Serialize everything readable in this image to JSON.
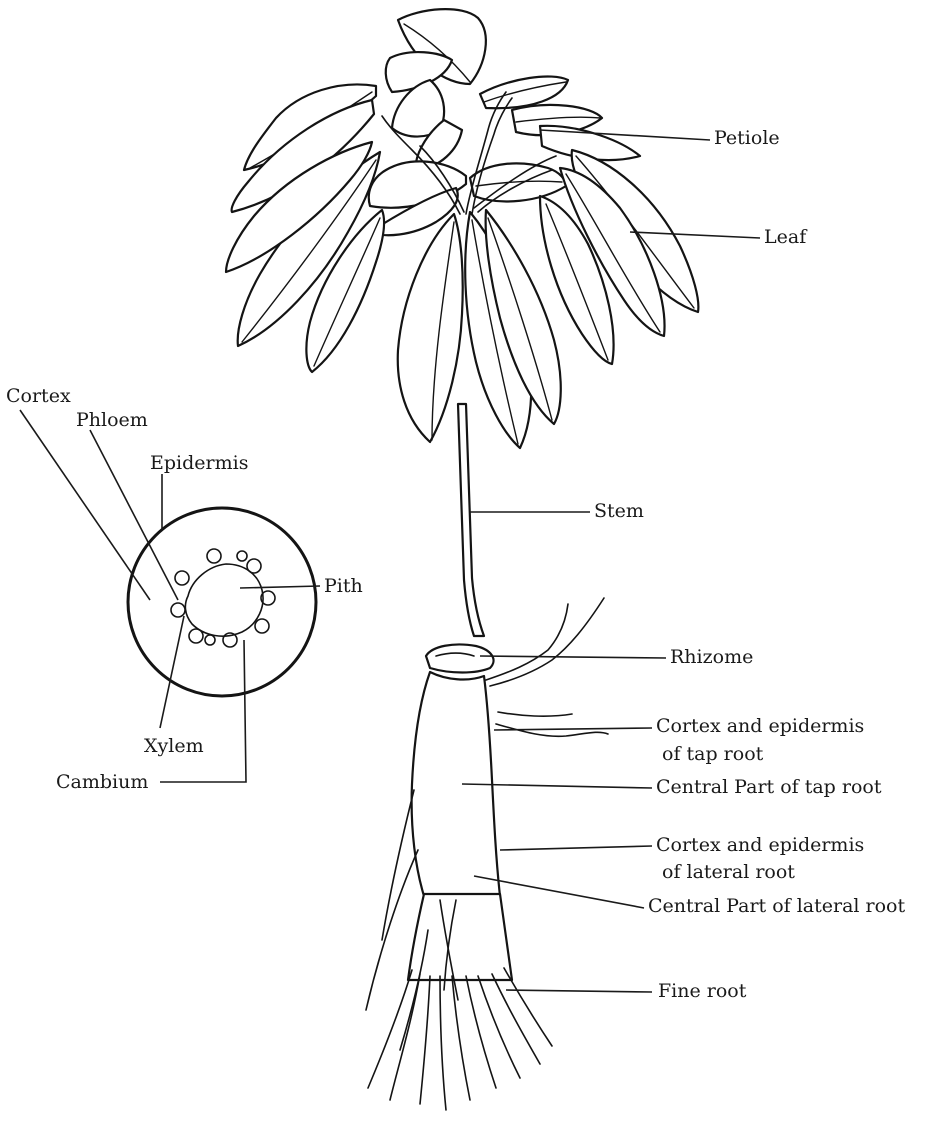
{
  "labels": {
    "petiole": "Petiole",
    "leaf": "Leaf",
    "stem": "Stem",
    "rhizome": "Rhizome",
    "cortex_epidermis_tap_1": "Cortex and epidermis",
    "cortex_epidermis_tap_2": "of tap root",
    "central_tap": "Central Part of tap root",
    "cortex_epidermis_lateral_1": "Cortex and epidermis",
    "cortex_epidermis_lateral_2": "of lateral root",
    "central_lateral": "Central Part of lateral root",
    "fine_root": "Fine root",
    "cortex": "Cortex",
    "phloem": "Phloem",
    "epidermis": "Epidermis",
    "pith": "Pith",
    "xylem": "Xylem",
    "cambium": "Cambium"
  }
}
